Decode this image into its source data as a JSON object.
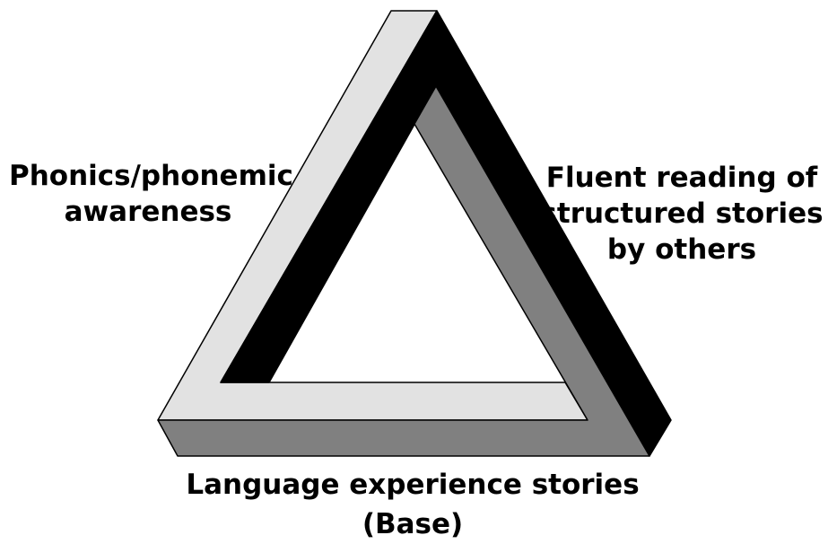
{
  "colors": {
    "light_face": "#e2e2e2",
    "mid_face": "#808080",
    "dark_face": "#000000",
    "outline": "#000000",
    "background": "#ffffff"
  },
  "labels": {
    "left": [
      "Phonics/phonemic",
      "awareness"
    ],
    "right": [
      "Fluent reading of",
      "structured stories",
      "by others"
    ],
    "bottom": [
      "Language experience stories",
      "(Base)"
    ]
  }
}
